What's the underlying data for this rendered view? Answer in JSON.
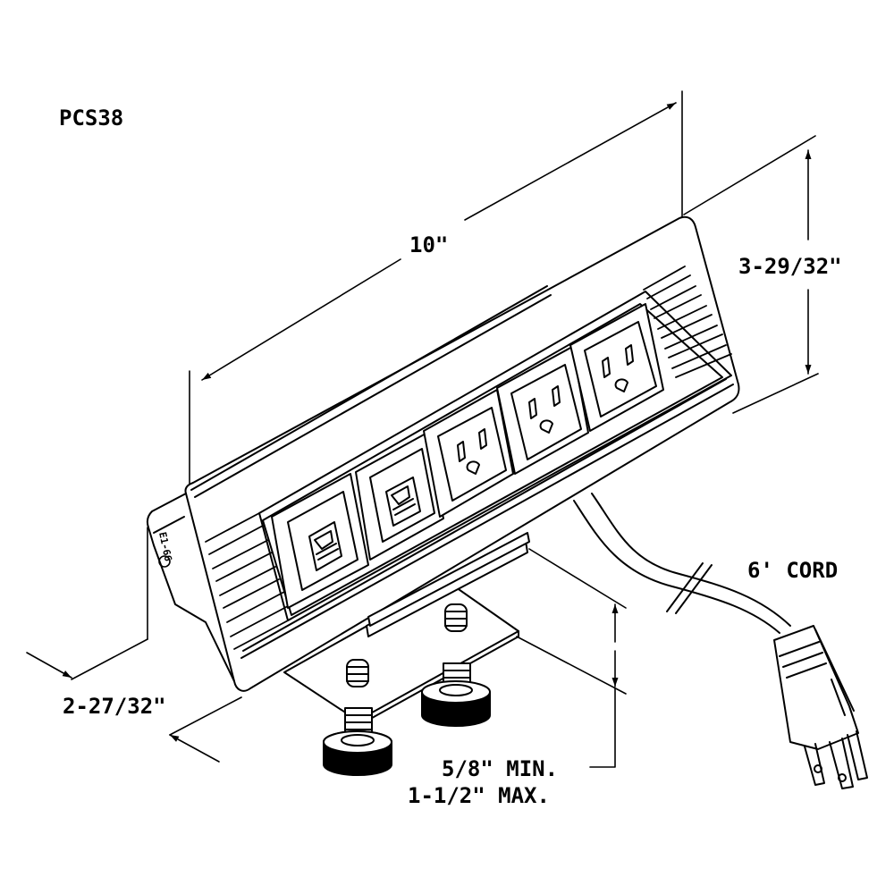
{
  "model": "PCS38",
  "dimensions": {
    "length": "10\"",
    "height": "3-29/32\"",
    "depth": "2-27/32\"",
    "clamp_min": "5/8\" MIN.",
    "clamp_max": "1-1/2\" MAX.",
    "cord": "6' CORD"
  },
  "components": {
    "data_jacks": 2,
    "power_outlets": 3,
    "clamp_knobs": 2
  },
  "side_label": "E1-66"
}
